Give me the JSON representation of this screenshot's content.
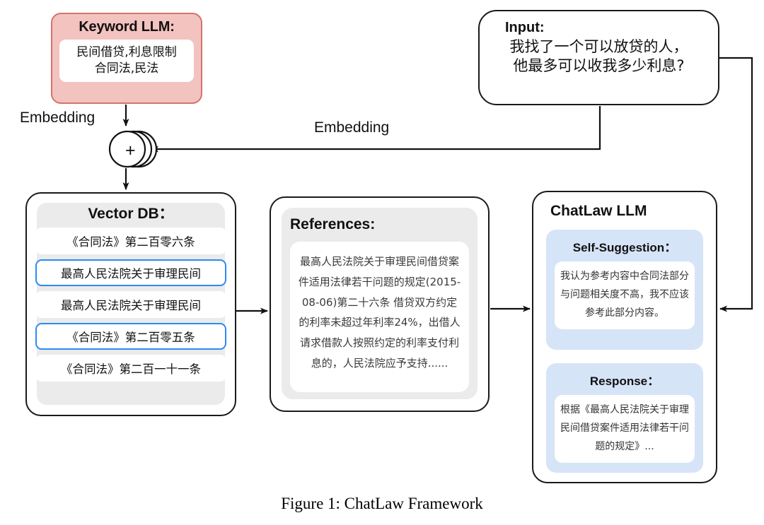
{
  "figure": {
    "caption": "Figure 1: ChatLaw Framework",
    "colors": {
      "keyword_fill": "#f3c3bf",
      "keyword_stroke": "#d4736b",
      "panel_gray": "#ebebeb",
      "highlight_blue": "#2b8cf0",
      "block_blue": "#d6e4f7",
      "stroke": "#1a1a1a"
    }
  },
  "keyword_llm": {
    "title": "Keyword LLM:",
    "keywords_line1": "民间借贷,利息限制",
    "keywords_line2": "合同法,民法"
  },
  "input": {
    "title": "Input:",
    "line1": "我找了一个可以放贷的人，",
    "line2": "他最多可以收我多少利息?"
  },
  "wires": {
    "embedding_left": "Embedding",
    "embedding_right": "Embedding",
    "plus_symbol": "+"
  },
  "vector_db": {
    "title": "Vector DB：",
    "rows": [
      {
        "text": "《合同法》第二百零六条",
        "selected": false
      },
      {
        "text": "最高人民法院关于审理民间",
        "selected": true
      },
      {
        "text": "最高人民法院关于审理民间",
        "selected": false
      },
      {
        "text": "《合同法》第二百零五条",
        "selected": true
      },
      {
        "text": "《合同法》第二百一十一条",
        "selected": false
      }
    ]
  },
  "references": {
    "title": "References:",
    "body": "最高人民法院关于审理民间借贷案件适用法律若干问题的规定(2015-08-06)第二十六条 借贷双方约定的利率未超过年利率24%，出借人请求借款人按照约定的利率支付利息的，人民法院应予支持......"
  },
  "chatlaw": {
    "title": "ChatLaw LLM",
    "self_suggestion": {
      "title": "Self-Suggestion：",
      "body": "我认为参考内容中合同法部分与问题相关度不高，我不应该参考此部分内容。"
    },
    "response": {
      "title": "Response：",
      "body": "根据《最高人民法院关于审理民间借贷案件适用法律若干问题的规定》..."
    }
  }
}
